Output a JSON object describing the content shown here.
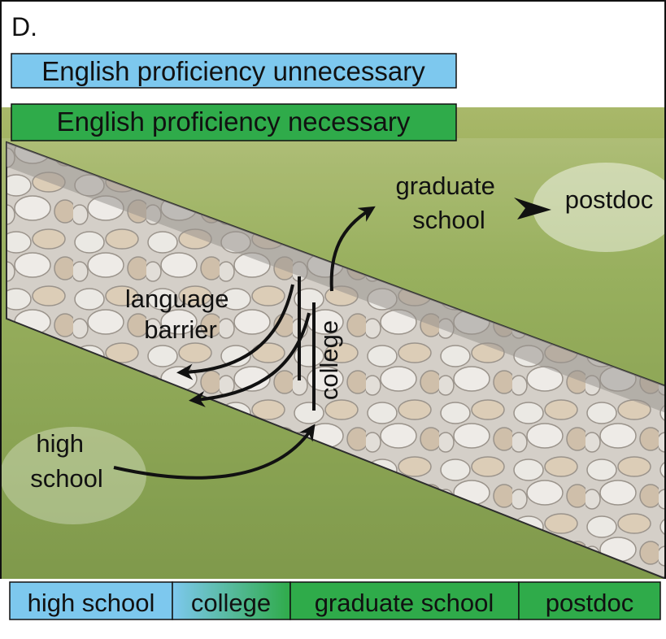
{
  "panel_label": "D.",
  "legend": {
    "unnecessary": "English proficiency unnecessary",
    "necessary": "English proficiency necessary"
  },
  "diagram": {
    "graduate_school": [
      "graduate",
      "school"
    ],
    "postdoc": "postdoc",
    "language_barrier": [
      "language",
      "barrier"
    ],
    "college": "college",
    "high_school": [
      "high",
      "school"
    ]
  },
  "stages": [
    "high school",
    "college",
    "graduate school",
    "postdoc"
  ],
  "colors": {
    "unnecessary": "#7dc8ee",
    "necessary": "#2fab4a",
    "grass": "#7d9a3c",
    "wall": "#c9c2b8"
  }
}
